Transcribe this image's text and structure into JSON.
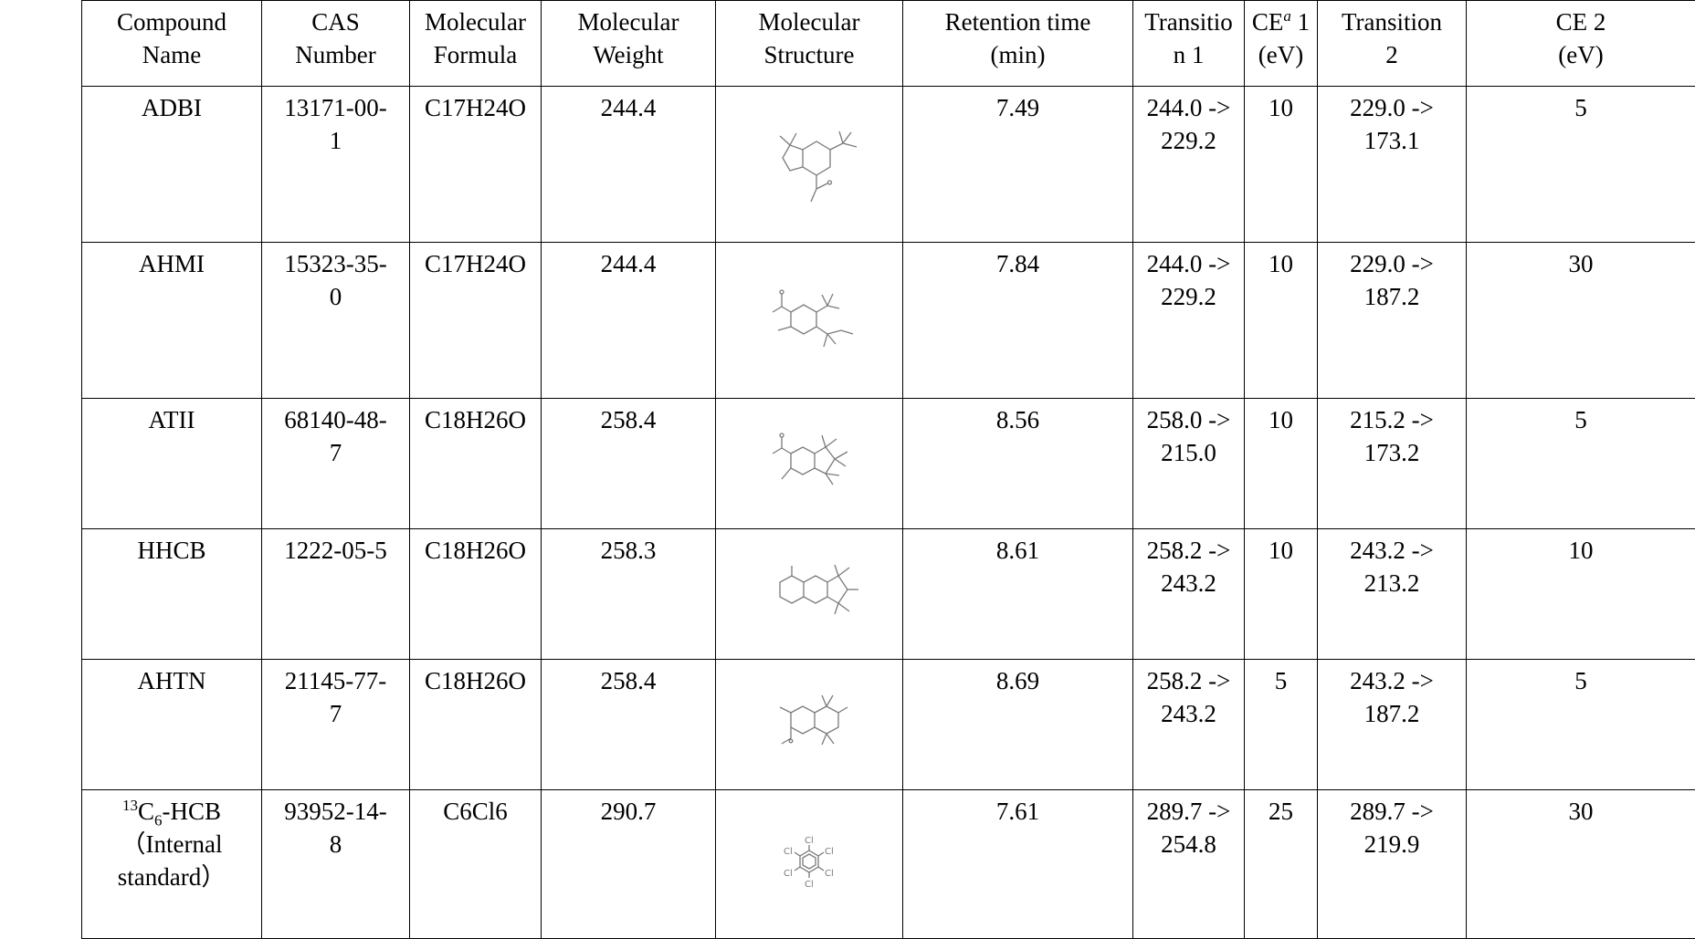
{
  "headers": [
    "Compound\nName",
    "CAS\nNumber",
    "Molecular\nFormula",
    "Molecular\nWeight",
    "Molecular\nStructure",
    "Retention time\n(min)",
    "Transitio\nn 1",
    "CE",
    "a",
    " 1\n(eV)",
    "Transition\n2",
    "CE 2\n(eV)"
  ],
  "rows": [
    {
      "name": "ADBI",
      "cas": "13171-00-\n1",
      "formula": "C17H24O",
      "weight": "244.4",
      "structure_icon": "adbi-structure-icon",
      "rt": "7.49",
      "t1": "244.0 ->\n229.2",
      "ce1": "10",
      "t2": "229.0 ->\n173.1",
      "ce2": "5"
    },
    {
      "name": "AHMI",
      "cas": "15323-35-\n0",
      "formula": "C17H24O",
      "weight": "244.4",
      "structure_icon": "ahmi-structure-icon",
      "rt": "7.84",
      "t1": "244.0 ->\n229.2",
      "ce1": "10",
      "t2": "229.0 ->\n187.2",
      "ce2": "30"
    },
    {
      "name": "ATII",
      "cas": "68140-48-\n7",
      "formula": "C18H26O",
      "weight": "258.4",
      "structure_icon": "atii-structure-icon",
      "rt": "8.56",
      "t1": "258.0 ->\n215.0",
      "ce1": "10",
      "t2": "215.2 ->\n173.2",
      "ce2": "5"
    },
    {
      "name": "HHCB",
      "cas": "1222-05-5",
      "formula": "C18H26O",
      "weight": "258.3",
      "structure_icon": "hhcb-structure-icon",
      "rt": "8.61",
      "t1": "258.2 ->\n243.2",
      "ce1": "10",
      "t2": "243.2 ->\n213.2",
      "ce2": "10"
    },
    {
      "name": "AHTN",
      "cas": "21145-77-\n7",
      "formula": "C18H26O",
      "weight": "258.4",
      "structure_icon": "ahtn-structure-icon",
      "rt": "8.69",
      "t1": "258.2 ->\n243.2",
      "ce1": "5",
      "t2": "243.2 ->\n187.2",
      "ce2": "5"
    },
    {
      "name_sup": "13",
      "name_pre": "C",
      "name_sub": "6",
      "name_post": "-HCB\n（Internal\nstandard）",
      "cas": "93952-14-\n8",
      "formula": "C6Cl6",
      "weight": "290.7",
      "structure_icon": "hcb-structure-icon",
      "structure_atom": "Cl",
      "rt": "7.61",
      "t1": "289.7 ->\n254.8",
      "ce1": "25",
      "t2": "289.7 ->\n219.9",
      "ce2": "30"
    }
  ]
}
